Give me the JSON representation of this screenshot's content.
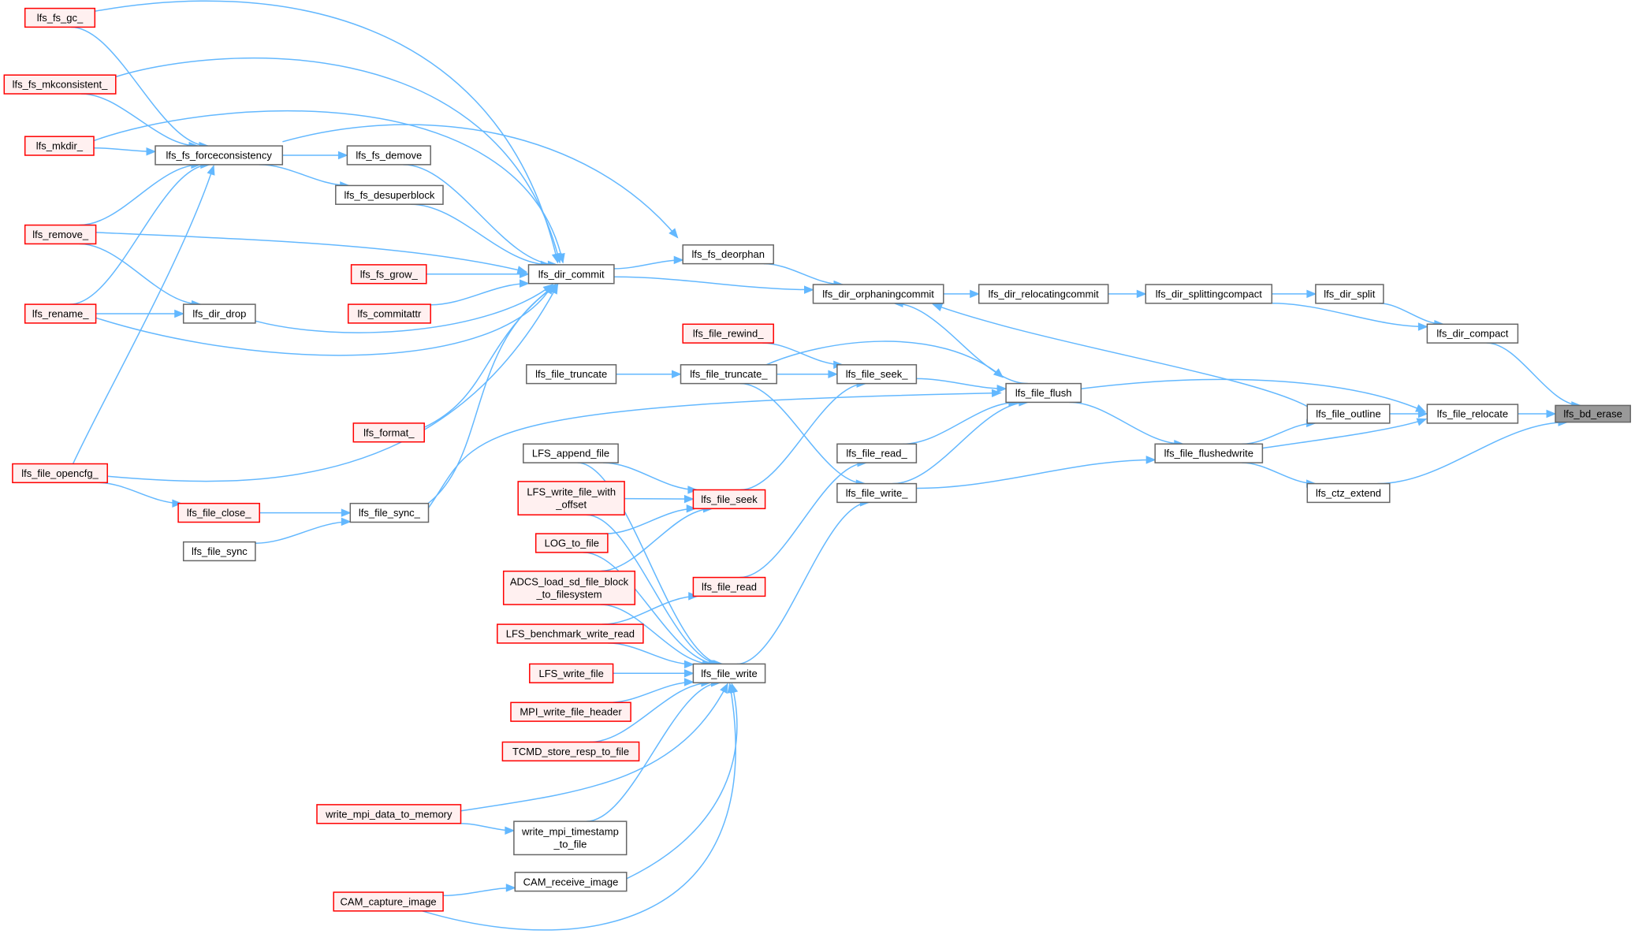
{
  "colors": {
    "edge": "#63b8ff",
    "node_border": "#666666",
    "node_red_border": "#ff0000",
    "node_red_fill": "#fff0f0",
    "root_fill": "#999999"
  },
  "nodes": [
    {
      "id": "lfs_bd_erase",
      "label": "lfs_bd_erase",
      "style": "root"
    },
    {
      "id": "lfs_dir_compact",
      "label": "lfs_dir_compact",
      "style": "normal"
    },
    {
      "id": "lfs_file_relocate",
      "label": "lfs_file_relocate",
      "style": "normal"
    },
    {
      "id": "lfs_ctz_extend",
      "label": "lfs_ctz_extend",
      "style": "normal"
    },
    {
      "id": "lfs_dir_split",
      "label": "lfs_dir_split",
      "style": "normal"
    },
    {
      "id": "lfs_dir_splittingcompact",
      "label": "lfs_dir_splittingcompact",
      "style": "normal"
    },
    {
      "id": "lfs_dir_relocatingcommit",
      "label": "lfs_dir_relocatingcommit",
      "style": "normal"
    },
    {
      "id": "lfs_dir_orphaningcommit",
      "label": "lfs_dir_orphaningcommit",
      "style": "normal"
    },
    {
      "id": "lfs_file_outline",
      "label": "lfs_file_outline",
      "style": "normal"
    },
    {
      "id": "lfs_file_flushedwrite",
      "label": "lfs_file_flushedwrite",
      "style": "normal"
    },
    {
      "id": "lfs_file_flush",
      "label": "lfs_file_flush",
      "style": "normal"
    },
    {
      "id": "lfs_fs_deorphan",
      "label": "lfs_fs_deorphan",
      "style": "normal"
    },
    {
      "id": "lfs_dir_commit",
      "label": "lfs_dir_commit",
      "style": "normal"
    },
    {
      "id": "lfs_file_seek_",
      "label": "lfs_file_seek_",
      "style": "normal"
    },
    {
      "id": "lfs_file_read_",
      "label": "lfs_file_read_",
      "style": "normal"
    },
    {
      "id": "lfs_file_write_",
      "label": "lfs_file_write_",
      "style": "normal"
    },
    {
      "id": "lfs_file_rewind_",
      "label": "lfs_file_rewind_",
      "style": "red"
    },
    {
      "id": "lfs_file_truncate_",
      "label": "lfs_file_truncate_",
      "style": "normal"
    },
    {
      "id": "lfs_file_truncate",
      "label": "lfs_file_truncate",
      "style": "normal"
    },
    {
      "id": "lfs_fs_demove",
      "label": "lfs_fs_demove",
      "style": "normal"
    },
    {
      "id": "lfs_fs_desuperblock",
      "label": "lfs_fs_desuperblock",
      "style": "normal"
    },
    {
      "id": "lfs_fs_grow_",
      "label": "lfs_fs_grow_",
      "style": "red"
    },
    {
      "id": "lfs_commitattr",
      "label": "lfs_commitattr",
      "style": "red"
    },
    {
      "id": "lfs_format_",
      "label": "lfs_format_",
      "style": "red"
    },
    {
      "id": "lfs_file_sync_",
      "label": "lfs_file_sync_",
      "style": "normal"
    },
    {
      "id": "lfs_file_sync",
      "label": "lfs_file_sync",
      "style": "normal"
    },
    {
      "id": "lfs_file_close_",
      "label": "lfs_file_close_",
      "style": "red"
    },
    {
      "id": "lfs_file_opencfg_",
      "label": "lfs_file_opencfg_",
      "style": "red"
    },
    {
      "id": "lfs_dir_drop",
      "label": "lfs_dir_drop",
      "style": "normal"
    },
    {
      "id": "lfs_fs_forceconsistency",
      "label": "lfs_fs_forceconsistency",
      "style": "normal"
    },
    {
      "id": "lfs_fs_gc_",
      "label": "lfs_fs_gc_",
      "style": "red"
    },
    {
      "id": "lfs_fs_mkconsistent_",
      "label": "lfs_fs_mkconsistent_",
      "style": "red"
    },
    {
      "id": "lfs_mkdir_",
      "label": "lfs_mkdir_",
      "style": "red"
    },
    {
      "id": "lfs_remove_",
      "label": "lfs_remove_",
      "style": "red"
    },
    {
      "id": "lfs_rename_",
      "label": "lfs_rename_",
      "style": "red"
    },
    {
      "id": "lfs_file_seek",
      "label": "lfs_file_seek",
      "style": "red"
    },
    {
      "id": "lfs_file_read",
      "label": "lfs_file_read",
      "style": "red"
    },
    {
      "id": "lfs_file_write",
      "label": "lfs_file_write",
      "style": "normal"
    },
    {
      "id": "LFS_append_file",
      "label": "LFS_append_file",
      "style": "normal"
    },
    {
      "id": "LFS_write_file_with_offset",
      "label": "LFS_write_file_with\n_offset",
      "style": "red"
    },
    {
      "id": "LOG_to_file",
      "label": "LOG_to_file",
      "style": "red"
    },
    {
      "id": "ADCS_load_sd_file_block_to_filesystem",
      "label": "ADCS_load_sd_file_block\n_to_filesystem",
      "style": "red"
    },
    {
      "id": "LFS_benchmark_write_read",
      "label": "LFS_benchmark_write_read",
      "style": "red"
    },
    {
      "id": "LFS_write_file",
      "label": "LFS_write_file",
      "style": "red"
    },
    {
      "id": "MPI_write_file_header",
      "label": "MPI_write_file_header",
      "style": "red"
    },
    {
      "id": "TCMD_store_resp_to_file",
      "label": "TCMD_store_resp_to_file",
      "style": "red"
    },
    {
      "id": "write_mpi_data_to_memory",
      "label": "write_mpi_data_to_memory",
      "style": "red"
    },
    {
      "id": "write_mpi_timestamp_to_file",
      "label": "write_mpi_timestamp\n_to_file",
      "style": "normal"
    },
    {
      "id": "CAM_receive_image",
      "label": "CAM_receive_image",
      "style": "normal"
    },
    {
      "id": "CAM_capture_image",
      "label": "CAM_capture_image",
      "style": "red"
    }
  ],
  "edges": [
    [
      "lfs_dir_compact",
      "lfs_bd_erase"
    ],
    [
      "lfs_file_relocate",
      "lfs_bd_erase"
    ],
    [
      "lfs_ctz_extend",
      "lfs_bd_erase"
    ],
    [
      "lfs_dir_split",
      "lfs_dir_compact"
    ],
    [
      "lfs_dir_splittingcompact",
      "lfs_dir_compact"
    ],
    [
      "lfs_dir_splittingcompact",
      "lfs_dir_split"
    ],
    [
      "lfs_dir_relocatingcommit",
      "lfs_dir_splittingcompact"
    ],
    [
      "lfs_dir_orphaningcommit",
      "lfs_dir_relocatingcommit"
    ],
    [
      "lfs_file_outline",
      "lfs_file_relocate"
    ],
    [
      "lfs_file_flushedwrite",
      "lfs_file_relocate"
    ],
    [
      "lfs_file_flush",
      "lfs_file_relocate"
    ],
    [
      "lfs_file_flushedwrite",
      "lfs_ctz_extend"
    ],
    [
      "lfs_fs_deorphan",
      "lfs_dir_orphaningcommit"
    ],
    [
      "lfs_dir_commit",
      "lfs_dir_orphaningcommit"
    ],
    [
      "lfs_file_flush",
      "lfs_dir_orphaningcommit"
    ],
    [
      "lfs_file_outline",
      "lfs_dir_orphaningcommit"
    ],
    [
      "lfs_file_flushedwrite",
      "lfs_file_outline"
    ],
    [
      "lfs_file_flush",
      "lfs_file_flushedwrite"
    ],
    [
      "lfs_file_write_",
      "lfs_file_flushedwrite"
    ],
    [
      "lfs_file_seek_",
      "lfs_file_flush"
    ],
    [
      "lfs_file_read_",
      "lfs_file_flush"
    ],
    [
      "lfs_file_write_",
      "lfs_file_flush"
    ],
    [
      "lfs_file_truncate_",
      "lfs_file_flush"
    ],
    [
      "lfs_file_sync_",
      "lfs_file_flush"
    ],
    [
      "lfs_dir_commit",
      "lfs_fs_deorphan"
    ],
    [
      "lfs_fs_forceconsistency",
      "lfs_fs_deorphan"
    ],
    [
      "lfs_file_rewind_",
      "lfs_file_seek_"
    ],
    [
      "lfs_file_truncate_",
      "lfs_file_seek_"
    ],
    [
      "lfs_file_seek",
      "lfs_file_seek_"
    ],
    [
      "lfs_file_truncate",
      "lfs_file_truncate_"
    ],
    [
      "lfs_file_truncate_",
      "lfs_file_write_"
    ],
    [
      "lfs_file_read",
      "lfs_file_read_"
    ],
    [
      "lfs_file_write",
      "lfs_file_write_"
    ],
    [
      "lfs_fs_demove",
      "lfs_dir_commit"
    ],
    [
      "lfs_fs_desuperblock",
      "lfs_dir_commit"
    ],
    [
      "lfs_fs_grow_",
      "lfs_dir_commit"
    ],
    [
      "lfs_commitattr",
      "lfs_dir_commit"
    ],
    [
      "lfs_format_",
      "lfs_dir_commit"
    ],
    [
      "lfs_file_sync_",
      "lfs_dir_commit"
    ],
    [
      "lfs_dir_drop",
      "lfs_dir_commit"
    ],
    [
      "lfs_fs_gc_",
      "lfs_dir_commit"
    ],
    [
      "lfs_fs_mkconsistent_",
      "lfs_dir_commit"
    ],
    [
      "lfs_mkdir_",
      "lfs_dir_commit"
    ],
    [
      "lfs_remove_",
      "lfs_dir_commit"
    ],
    [
      "lfs_rename_",
      "lfs_dir_commit"
    ],
    [
      "lfs_file_opencfg_",
      "lfs_dir_commit"
    ],
    [
      "lfs_fs_forceconsistency",
      "lfs_fs_demove"
    ],
    [
      "lfs_fs_forceconsistency",
      "lfs_fs_desuperblock"
    ],
    [
      "lfs_file_sync",
      "lfs_file_sync_"
    ],
    [
      "lfs_file_close_",
      "lfs_file_sync_"
    ],
    [
      "lfs_file_opencfg_",
      "lfs_file_close_"
    ],
    [
      "lfs_remove_",
      "lfs_dir_drop"
    ],
    [
      "lfs_rename_",
      "lfs_dir_drop"
    ],
    [
      "lfs_fs_gc_",
      "lfs_fs_forceconsistency"
    ],
    [
      "lfs_fs_mkconsistent_",
      "lfs_fs_forceconsistency"
    ],
    [
      "lfs_mkdir_",
      "lfs_fs_forceconsistency"
    ],
    [
      "lfs_remove_",
      "lfs_fs_forceconsistency"
    ],
    [
      "lfs_rename_",
      "lfs_fs_forceconsistency"
    ],
    [
      "lfs_file_opencfg_",
      "lfs_fs_forceconsistency"
    ],
    [
      "LFS_append_file",
      "lfs_file_seek"
    ],
    [
      "LFS_write_file_with_offset",
      "lfs_file_seek"
    ],
    [
      "LOG_to_file",
      "lfs_file_seek"
    ],
    [
      "ADCS_load_sd_file_block_to_filesystem",
      "lfs_file_seek"
    ],
    [
      "LFS_benchmark_write_read",
      "lfs_file_read"
    ],
    [
      "LFS_append_file",
      "lfs_file_write"
    ],
    [
      "LFS_write_file_with_offset",
      "lfs_file_write"
    ],
    [
      "LOG_to_file",
      "lfs_file_write"
    ],
    [
      "ADCS_load_sd_file_block_to_filesystem",
      "lfs_file_write"
    ],
    [
      "LFS_benchmark_write_read",
      "lfs_file_write"
    ],
    [
      "LFS_write_file",
      "lfs_file_write"
    ],
    [
      "MPI_write_file_header",
      "lfs_file_write"
    ],
    [
      "TCMD_store_resp_to_file",
      "lfs_file_write"
    ],
    [
      "write_mpi_data_to_memory",
      "lfs_file_write"
    ],
    [
      "write_mpi_timestamp_to_file",
      "lfs_file_write"
    ],
    [
      "CAM_receive_image",
      "lfs_file_write"
    ],
    [
      "CAM_capture_image",
      "lfs_file_write"
    ],
    [
      "write_mpi_data_to_memory",
      "write_mpi_timestamp_to_file"
    ],
    [
      "CAM_capture_image",
      "CAM_receive_image"
    ]
  ]
}
